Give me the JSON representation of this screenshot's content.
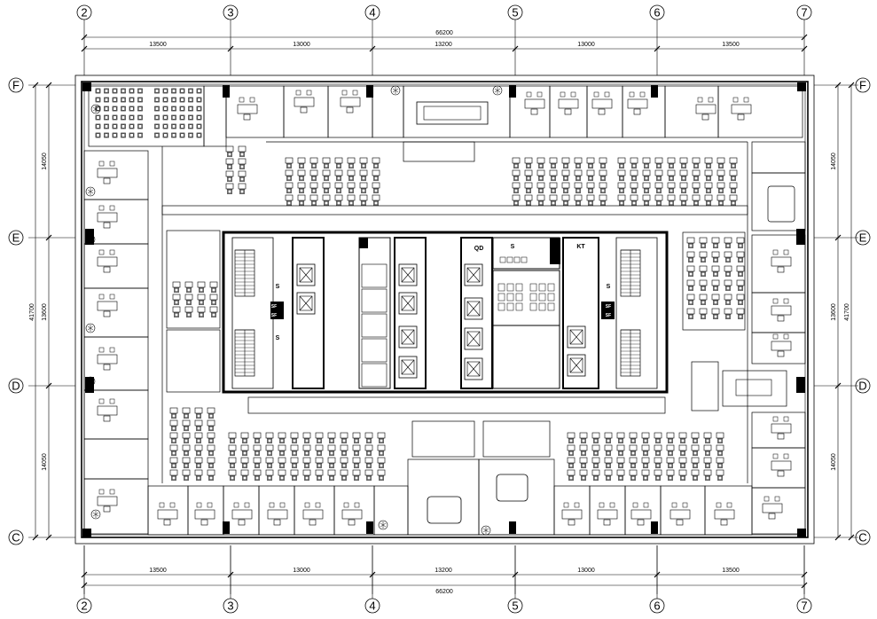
{
  "grid_columns": [
    "2",
    "3",
    "4",
    "5",
    "6",
    "7"
  ],
  "grid_rows": [
    "F",
    "E",
    "D",
    "C"
  ],
  "top_dims": {
    "total": "66200",
    "spans": [
      "13500",
      "13000",
      "13200",
      "13000",
      "13500"
    ]
  },
  "bottom_dims": {
    "total": "66200",
    "spans": [
      "13500",
      "13000",
      "13200",
      "13000",
      "13500"
    ]
  },
  "left_dims": {
    "total": "41700",
    "spans": [
      "14050",
      "13600",
      "14050"
    ]
  },
  "right_dims": {
    "total": "41700",
    "spans": [
      "14050",
      "13600",
      "14050"
    ]
  },
  "core_labels": {
    "s1": "S",
    "s2": "S",
    "s3": "S",
    "s4": "S",
    "qd": "QD",
    "kt": "KT",
    "sf1": "SF",
    "sf2": "SF",
    "sf3": "SF",
    "sf4": "SF"
  }
}
